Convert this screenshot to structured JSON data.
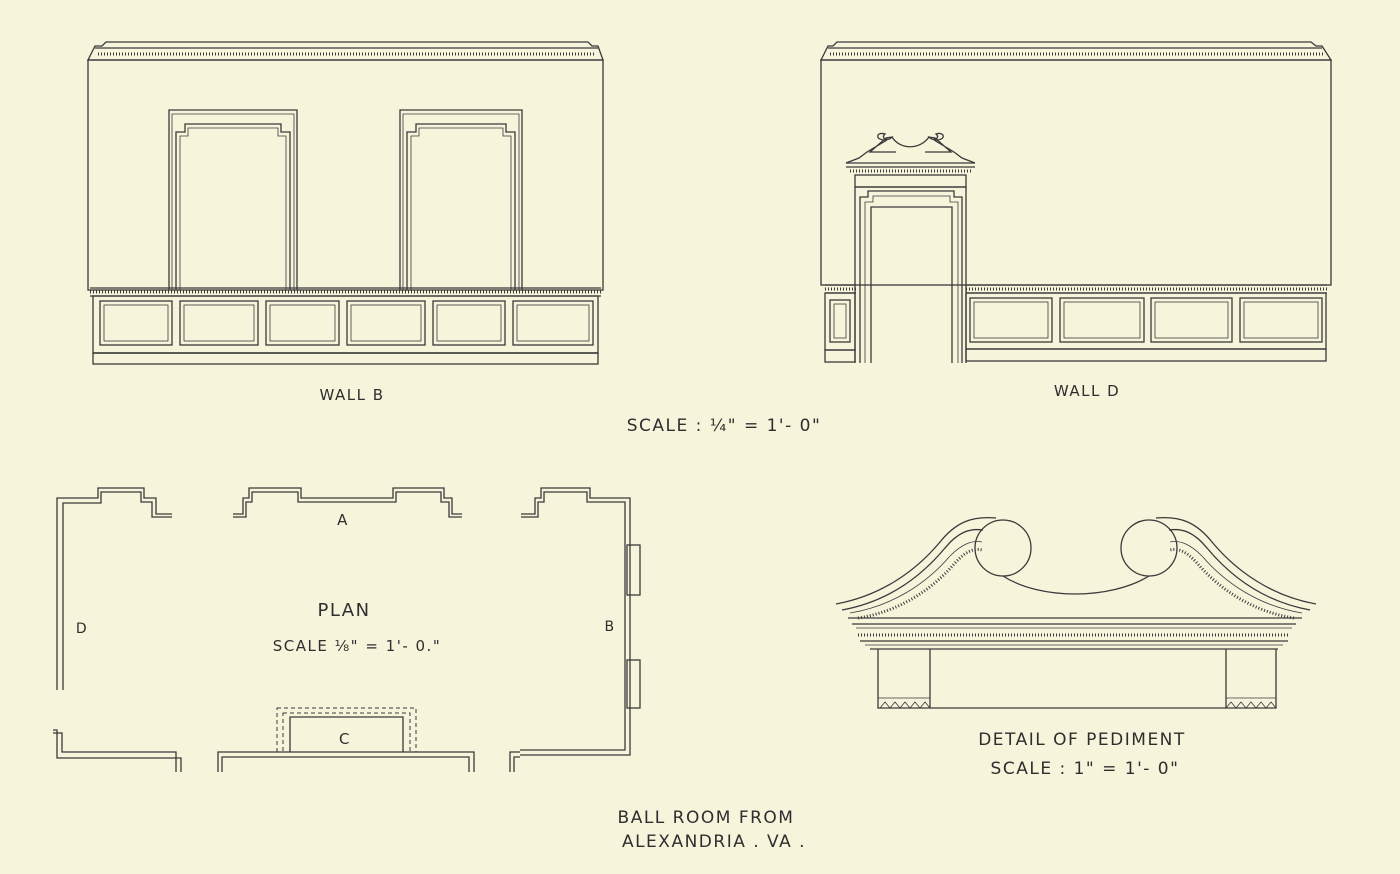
{
  "wall_b": {
    "label": "WALL  B"
  },
  "wall_d": {
    "label": "WALL  D"
  },
  "elevation_scale": {
    "label": "SCALE :  ¼\" = 1'- 0\""
  },
  "plan": {
    "title": "PLAN",
    "scale": "SCALE   ⅛\" = 1'- 0.\"",
    "wall_a": "A",
    "wall_b": "B",
    "wall_c": "C",
    "wall_d": "D"
  },
  "pediment": {
    "title": "DETAIL OF   PEDIMENT",
    "scale": "SCALE :  1\" = 1'- 0\""
  },
  "caption": {
    "line1": "BALL  ROOM  FROM",
    "line2": "ALEXANDRIA . VA ."
  }
}
